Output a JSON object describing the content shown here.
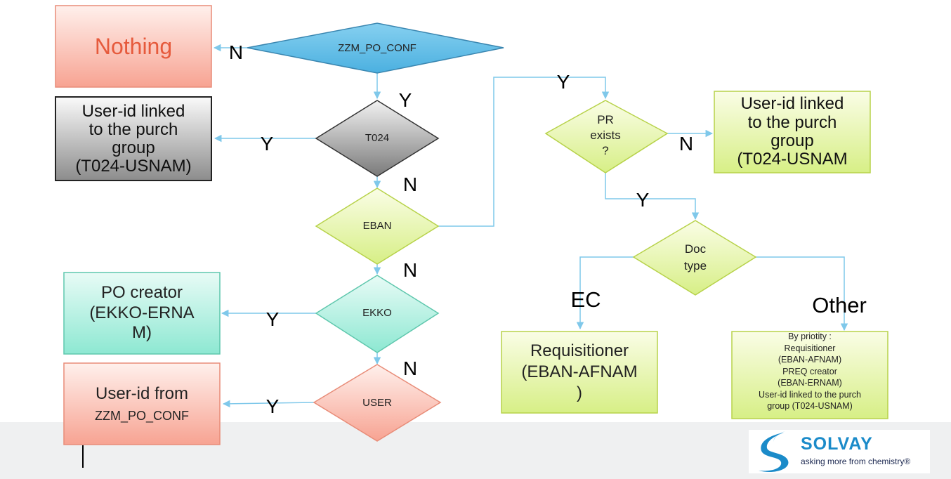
{
  "diagram": {
    "nodes": {
      "zzm_po_conf": {
        "label": "ZZM_PO_CONF"
      },
      "t024": {
        "label": "T024"
      },
      "eban": {
        "label": "EBAN"
      },
      "ekko": {
        "label": "EKKO"
      },
      "user": {
        "label": "USER"
      },
      "pr_exists": {
        "lines": [
          "PR",
          "exists",
          "?"
        ]
      },
      "doc_type": {
        "lines": [
          "Doc",
          "type"
        ]
      }
    },
    "boxes": {
      "nothing": {
        "lines": [
          "Nothing"
        ]
      },
      "userid_purch": {
        "lines": [
          "User-id linked",
          "to the purch",
          "group",
          "(T024-USNAM)"
        ]
      },
      "po_creator": {
        "lines": [
          "PO creator",
          "(EKKO-ERNA",
          "M)"
        ]
      },
      "userid_zzm": {
        "lines": [
          "User-id from",
          "ZZM_PO_CONF"
        ]
      },
      "userid_purch_right": {
        "lines": [
          "User-id linked",
          "to the purch",
          "group",
          "(T024-USNAM"
        ]
      },
      "requisitioner": {
        "lines": [
          "Requisitioner",
          "(EBAN-AFNAM",
          ")"
        ]
      },
      "by_priority": {
        "lines": [
          "By priotity :",
          "Requisitioner",
          "(EBAN-AFNAM)",
          "PREQ creator",
          "(EBAN-ERNAM)",
          "User-id linked to the purch",
          "group (T024-USNAM)"
        ]
      }
    },
    "edge_labels": {
      "zzm_to_nothing": "N",
      "zzm_to_t024": "Y",
      "t024_to_box": "Y",
      "t024_to_eban": "N",
      "eban_to_pr": "Y",
      "eban_to_ekko": "N",
      "ekko_to_box": "Y",
      "ekko_to_user": "N",
      "user_to_box": "Y",
      "pr_to_box": "N",
      "pr_to_doc": "Y",
      "doc_ec": "EC",
      "doc_other": "Other"
    }
  },
  "logo": {
    "brand": "SOLVAY",
    "tagline": "asking more from chemistry®"
  }
}
